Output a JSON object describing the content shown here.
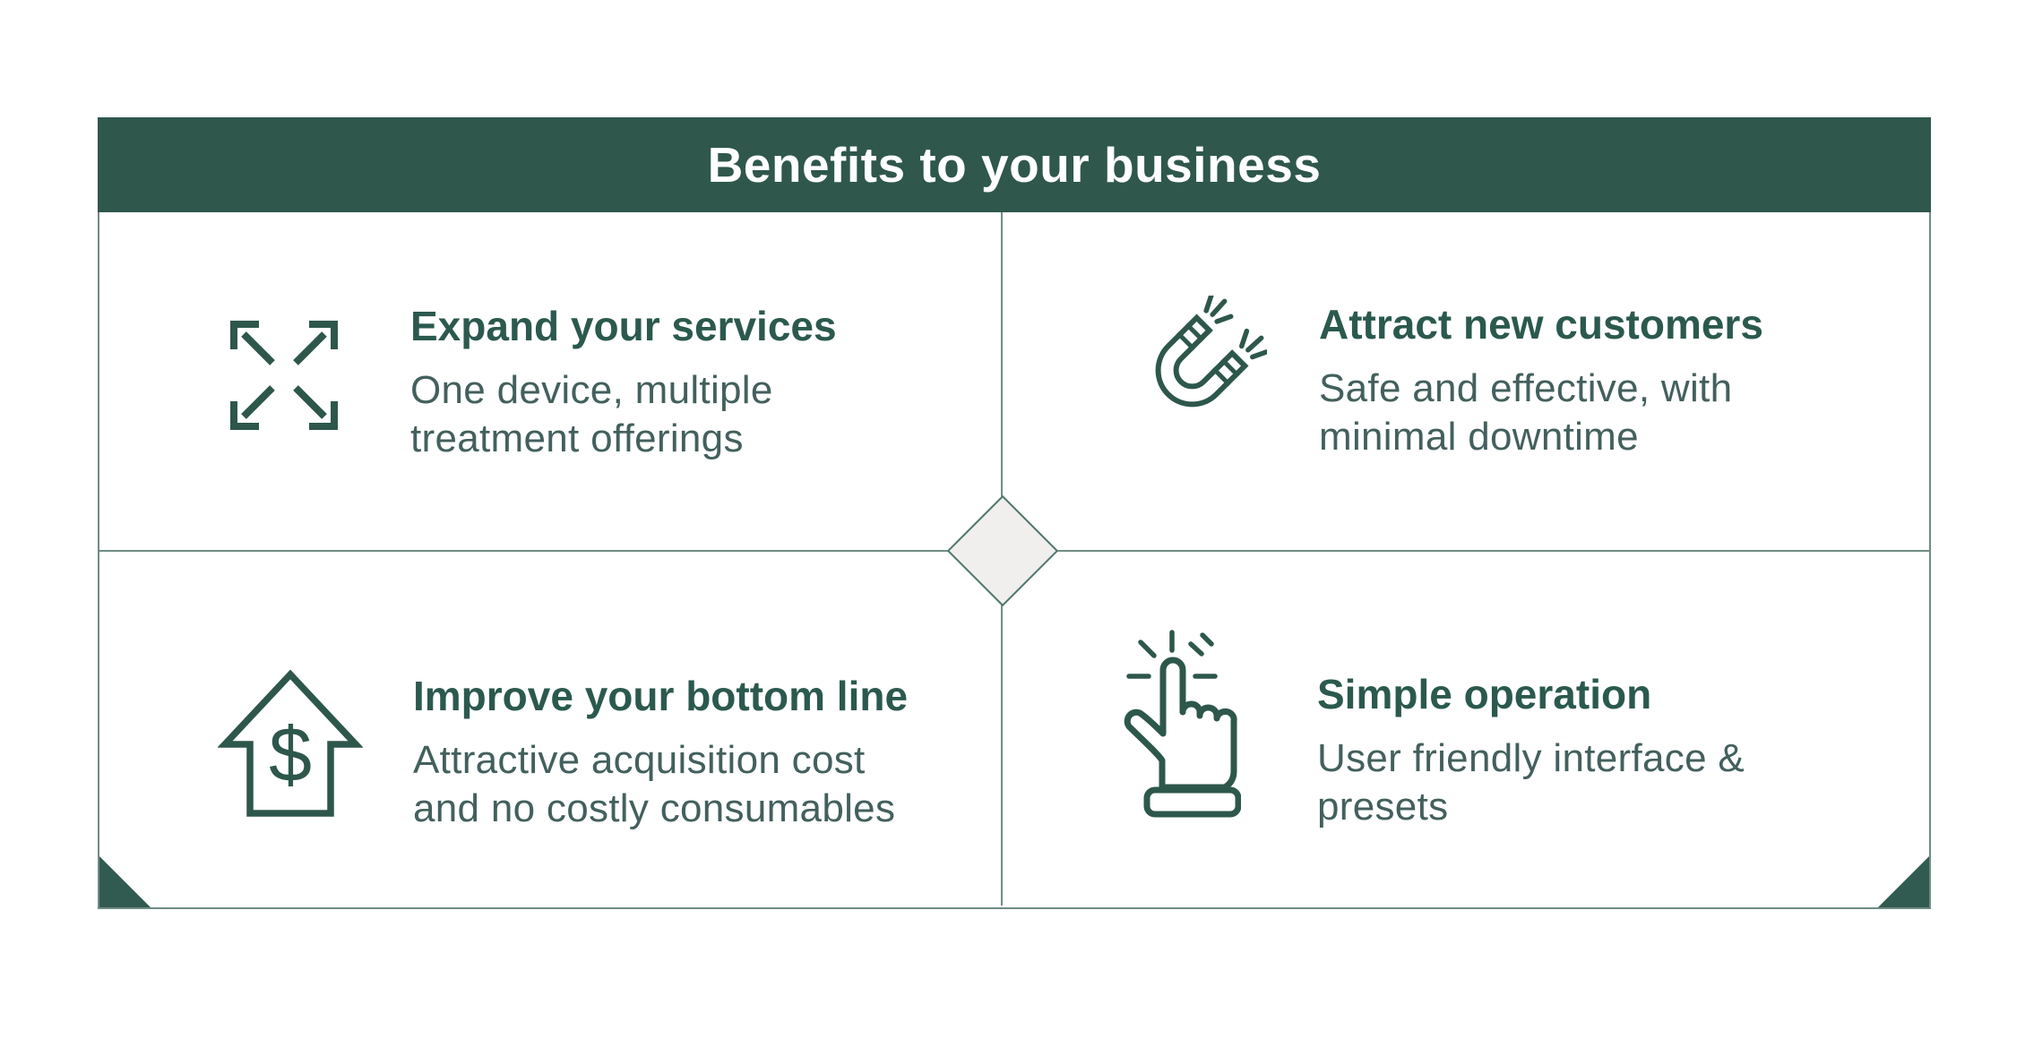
{
  "slide": {
    "title": "Benefits to your business"
  },
  "benefits": [
    {
      "icon": "expand-arrows-icon",
      "title": "Expand your services",
      "description": "One device, multiple\ntreatment offerings"
    },
    {
      "icon": "magnet-icon",
      "title": "Attract new customers",
      "description": "Safe and effective, with\nminimal downtime"
    },
    {
      "icon": "money-growth-icon",
      "title": "Improve your bottom line",
      "description": "Attractive acquisition cost\nand no costly consumables"
    },
    {
      "icon": "pointer-click-icon",
      "title": "Simple operation",
      "description": "User friendly interface &\npresets"
    }
  ],
  "icons": {
    "currency_symbol": "$"
  },
  "colors": {
    "brand_teal": "#2F574C",
    "title_text": "#2B594E",
    "body_text": "#43605D",
    "line": "#6F8C85",
    "diamond_fill": "#F0EFEE"
  }
}
